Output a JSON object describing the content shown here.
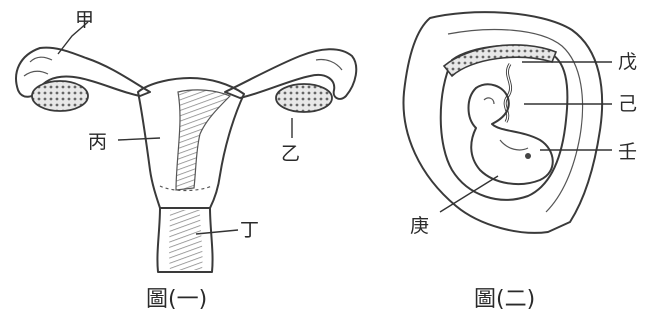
{
  "figure1": {
    "caption": "圖(一)",
    "labels": {
      "jia": "甲",
      "yi": "乙",
      "bing": "丙",
      "ding": "丁"
    }
  },
  "figure2": {
    "caption": "圖(二)",
    "labels": {
      "wu": "戊",
      "ji": "己",
      "ren": "壬",
      "geng": "庚"
    }
  }
}
